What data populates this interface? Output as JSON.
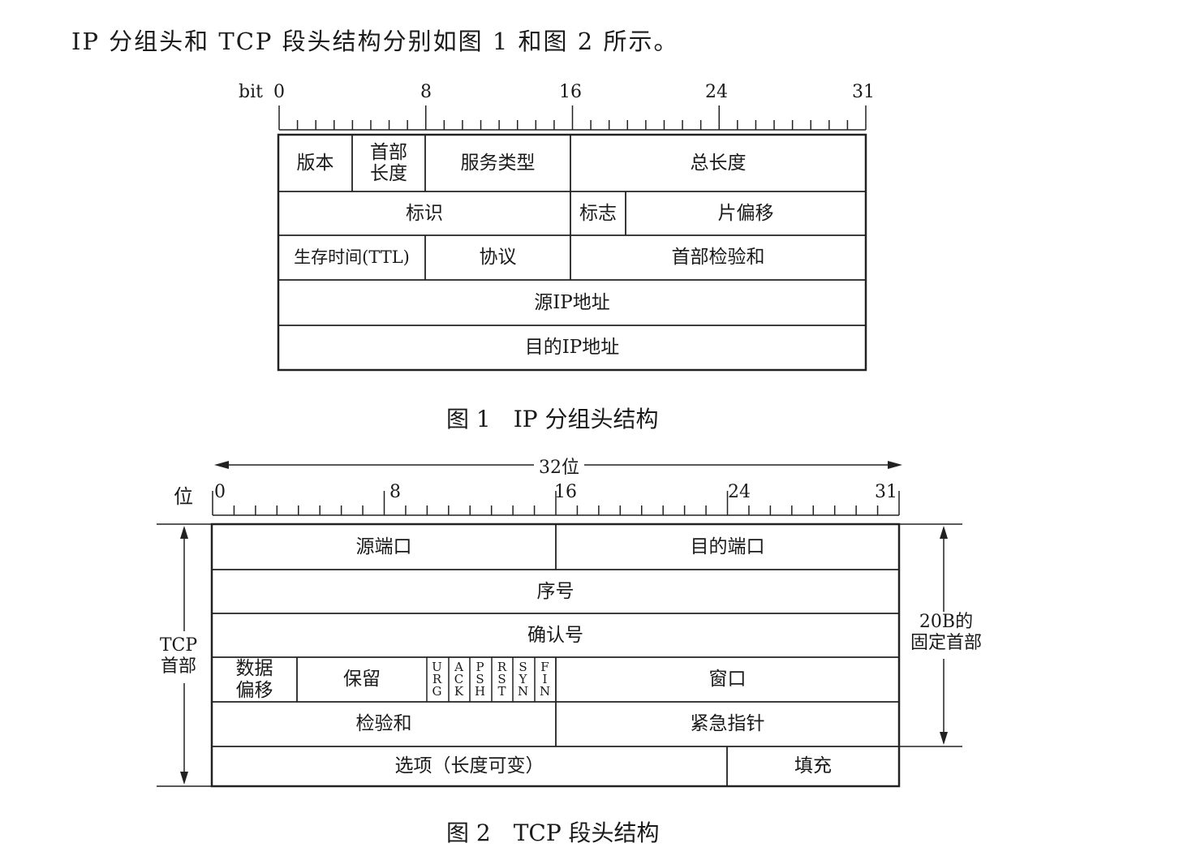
{
  "intro": "IP 分组头和 TCP 段头结构分别如图 1 和图 2 所示。",
  "figure1": {
    "bit_label": "bit",
    "ticks": [
      "0",
      "8",
      "16",
      "24",
      "31"
    ],
    "fields": {
      "version": "版本",
      "ihl": "首部\n长度",
      "tos": "服务类型",
      "total_length": "总长度",
      "identification": "标识",
      "flags": "标志",
      "fragment_offset": "片偏移",
      "ttl": "生存时间(TTL)",
      "protocol": "协议",
      "header_checksum": "首部检验和",
      "src_ip": "源IP地址",
      "dst_ip": "目的IP地址"
    },
    "caption": "图 1　IP 分组头结构"
  },
  "figure2": {
    "width_label": "32位",
    "bit_label": "位",
    "ticks": [
      "0",
      "8",
      "16",
      "24",
      "31"
    ],
    "left_label": "TCP\n首部",
    "right_label": "20B的\n固定首部",
    "fields": {
      "src_port": "源端口",
      "dst_port": "目的端口",
      "seq": "序号",
      "ack_num": "确认号",
      "data_offset": "数据\n偏移",
      "reserved": "保留",
      "flags": [
        "URG",
        "ACK",
        "PSH",
        "RST",
        "SYN",
        "FIN"
      ],
      "window": "窗口",
      "checksum": "检验和",
      "urgent_ptr": "紧急指针",
      "options": "选项（长度可变）",
      "padding": "填充"
    },
    "caption": "图 2　TCP 段头结构"
  }
}
